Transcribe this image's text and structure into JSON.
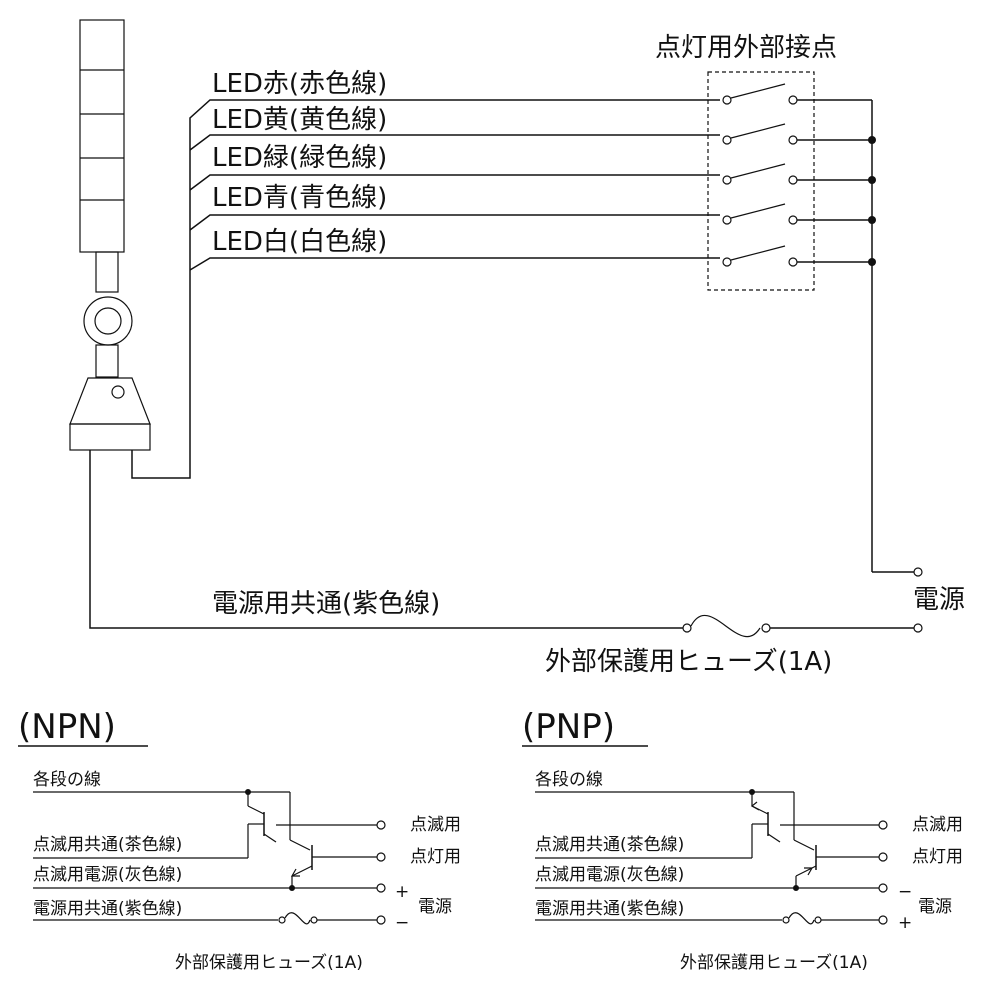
{
  "main": {
    "ext_contact_title": "点灯用外部接点",
    "wires": [
      {
        "label": "LED赤(赤色線)"
      },
      {
        "label": "LED黄(黄色線)"
      },
      {
        "label": "LED緑(緑色線)"
      },
      {
        "label": "LED青(青色線)"
      },
      {
        "label": "LED白(白色線)"
      }
    ],
    "common_label": "電源用共通(紫色線)",
    "power_label": "電源",
    "fuse_label": "外部保護用ヒューズ(1A)"
  },
  "npn": {
    "title": "(NPN)",
    "line1": "各段の線",
    "line2": "点滅用共通(茶色線)",
    "line3": "点滅用電源(灰色線)",
    "line4": "電源用共通(紫色線)",
    "out1": "点滅用",
    "out2": "点灯用",
    "power": "電源",
    "plus": "+",
    "minus": "−",
    "fuse": "外部保護用ヒューズ(1A)"
  },
  "pnp": {
    "title": "(PNP)",
    "line1": "各段の線",
    "line2": "点滅用共通(茶色線)",
    "line3": "点滅用電源(灰色線)",
    "line4": "電源用共通(紫色線)",
    "out1": "点滅用",
    "out2": "点灯用",
    "power": "電源",
    "minus": "−",
    "plus": "+",
    "fuse": "外部保護用ヒューズ(1A)"
  }
}
